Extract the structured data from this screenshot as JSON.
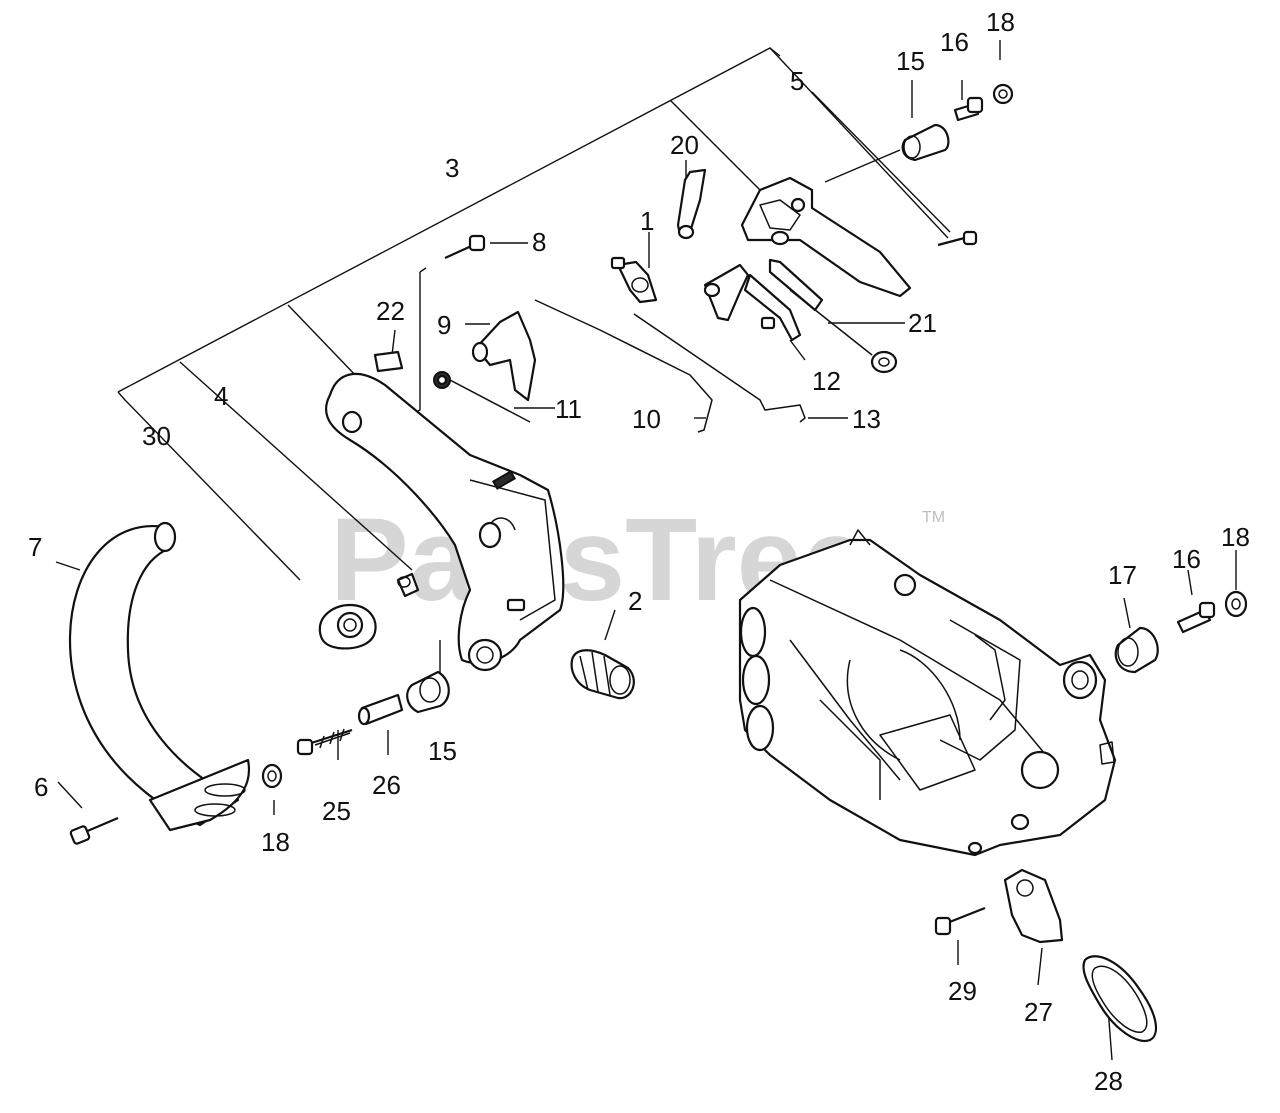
{
  "watermark": {
    "text": "PartsTree",
    "trademark": "TM"
  },
  "labels": {
    "p1": "1",
    "p2": "2",
    "p3": "3",
    "p4": "4",
    "p5": "5",
    "p6": "6",
    "p7": "7",
    "p8": "8",
    "p9": "9",
    "p10": "10",
    "p11": "11",
    "p12": "12",
    "p13": "13",
    "p15a": "15",
    "p15b": "15",
    "p16a": "16",
    "p16b": "16",
    "p17": "17",
    "p18a": "18",
    "p18b": "18",
    "p18c": "18",
    "p20": "20",
    "p21": "21",
    "p22": "22",
    "p25": "25",
    "p26": "26",
    "p27": "27",
    "p28": "28",
    "p29": "29",
    "p30": "30"
  },
  "colors": {
    "line": "#111111",
    "watermark": "#c9c9c9",
    "background": "#ffffff"
  }
}
